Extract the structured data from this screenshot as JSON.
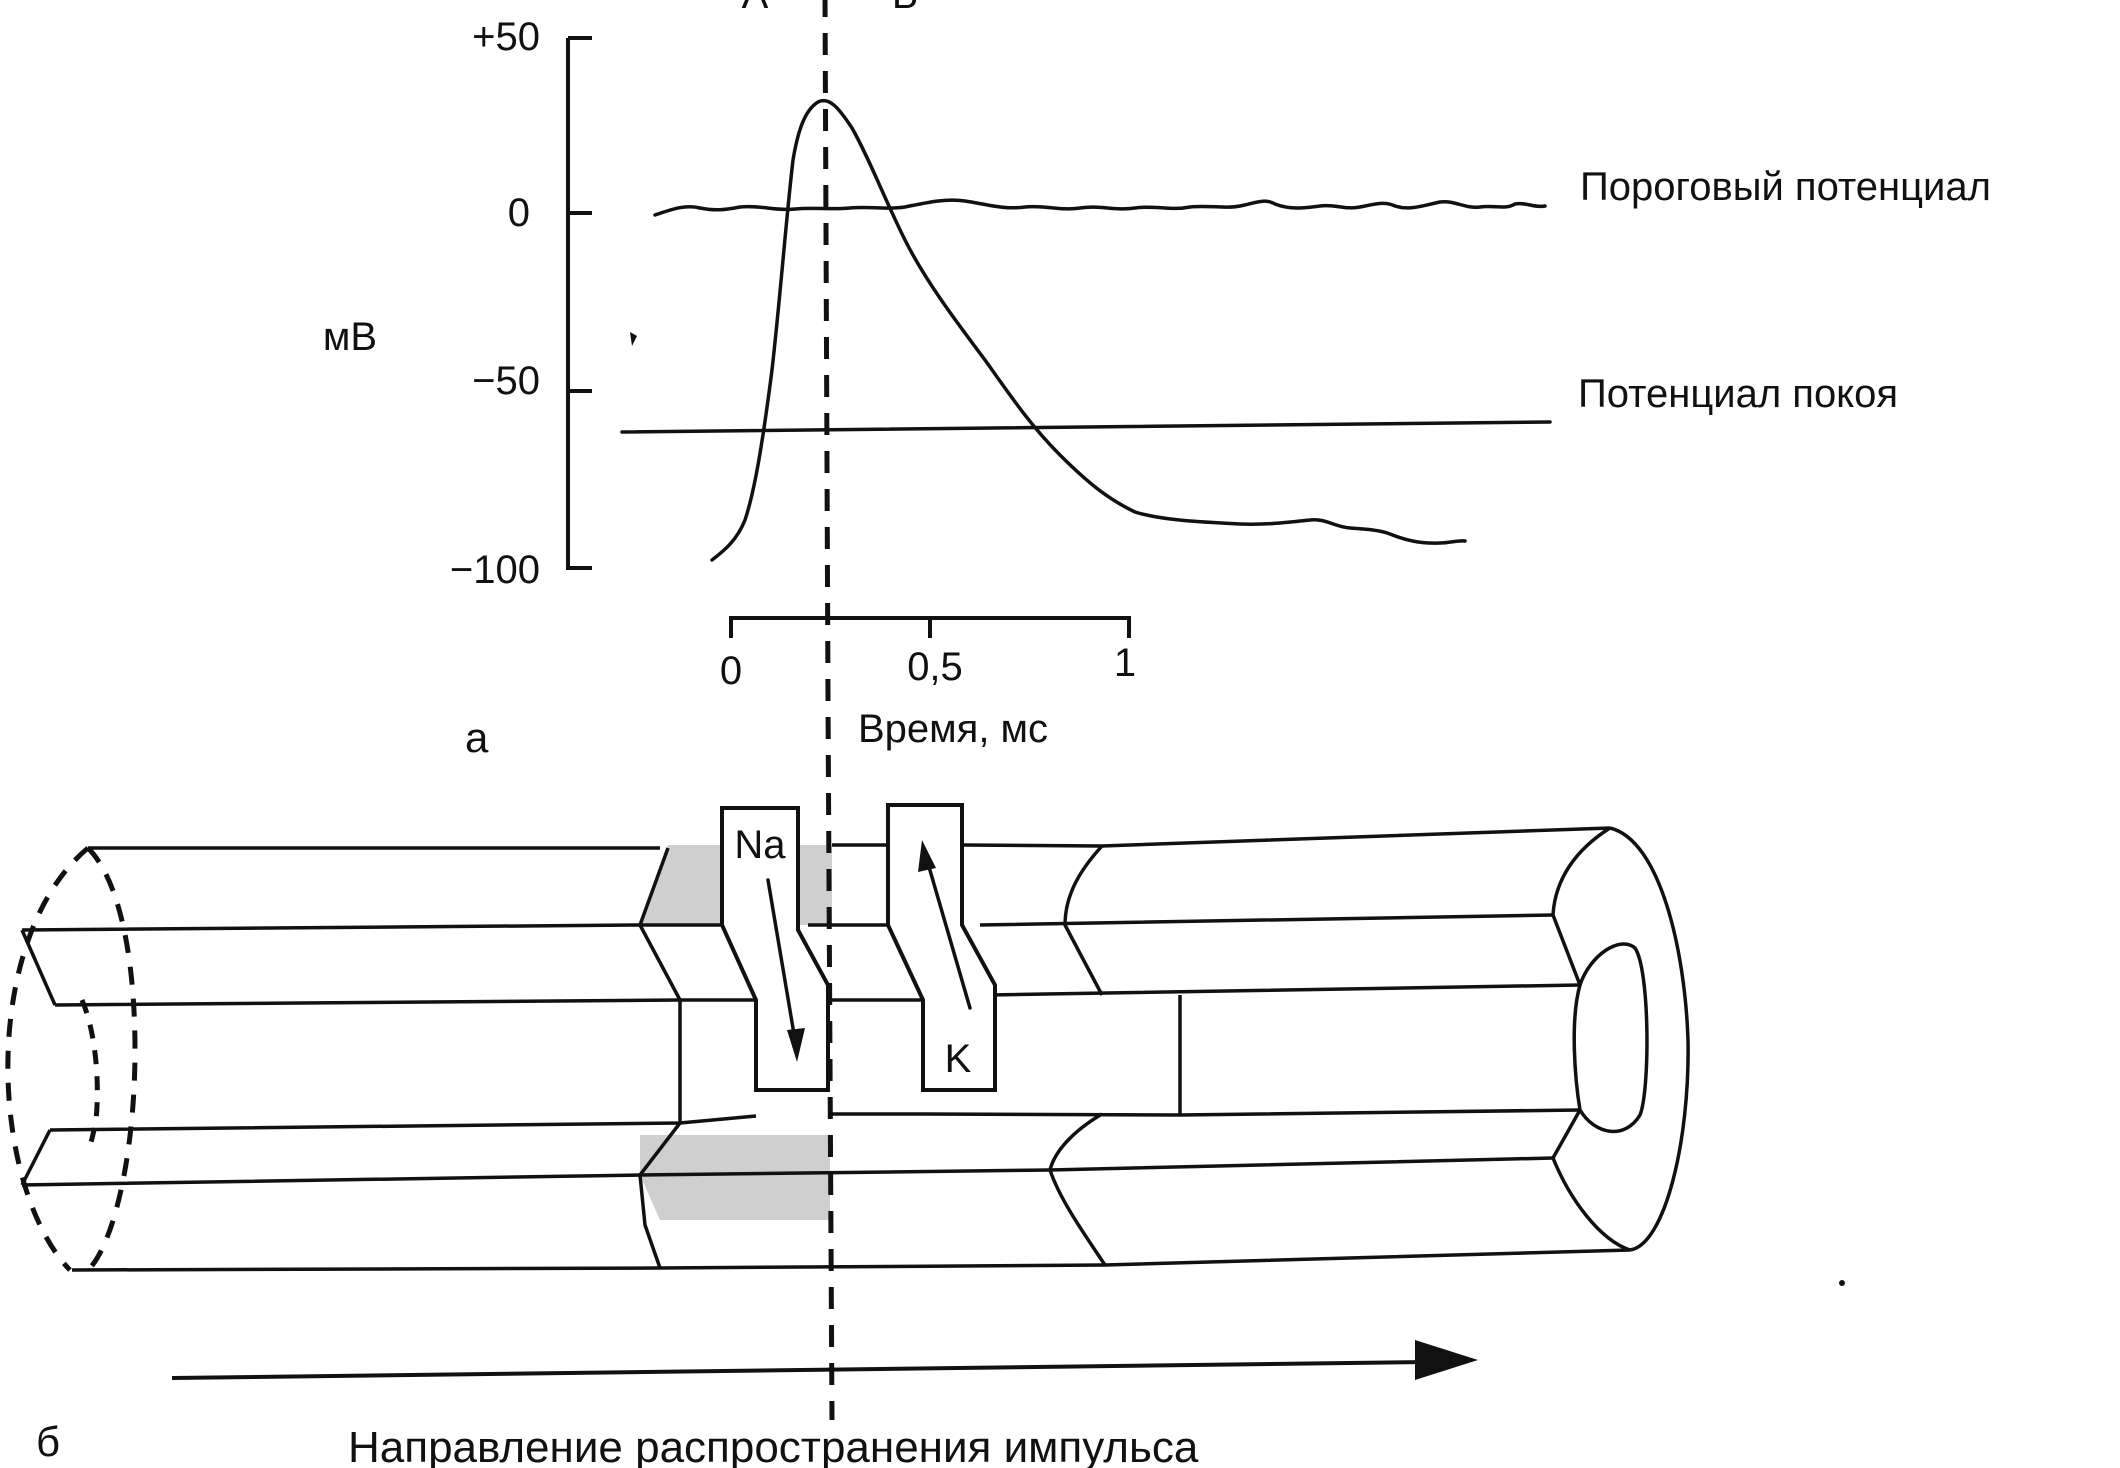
{
  "panel_a": {
    "label": "а",
    "top_labels": [
      "А",
      "Б"
    ],
    "y_axis": {
      "unit_label": "мВ",
      "ticks": [
        {
          "value": 50,
          "label": "+50"
        },
        {
          "value": 0,
          "label": "0"
        },
        {
          "value": -50,
          "label": "−50"
        },
        {
          "value": -100,
          "label": "−100"
        }
      ],
      "range": [
        -100,
        50
      ]
    },
    "x_axis": {
      "title": "Время, мс",
      "ticks": [
        {
          "value": 0,
          "label": "0"
        },
        {
          "value": 0.5,
          "label": "0,5"
        },
        {
          "value": 1,
          "label": "1"
        }
      ],
      "range": [
        0,
        1
      ]
    },
    "curve_labels": {
      "threshold": "Пороговый потенциал",
      "resting": "Потенциал покоя"
    }
  },
  "panel_b": {
    "label": "б",
    "channel_na": "Na",
    "channel_k": "K",
    "direction_caption": "Направление распространения импульса"
  }
}
